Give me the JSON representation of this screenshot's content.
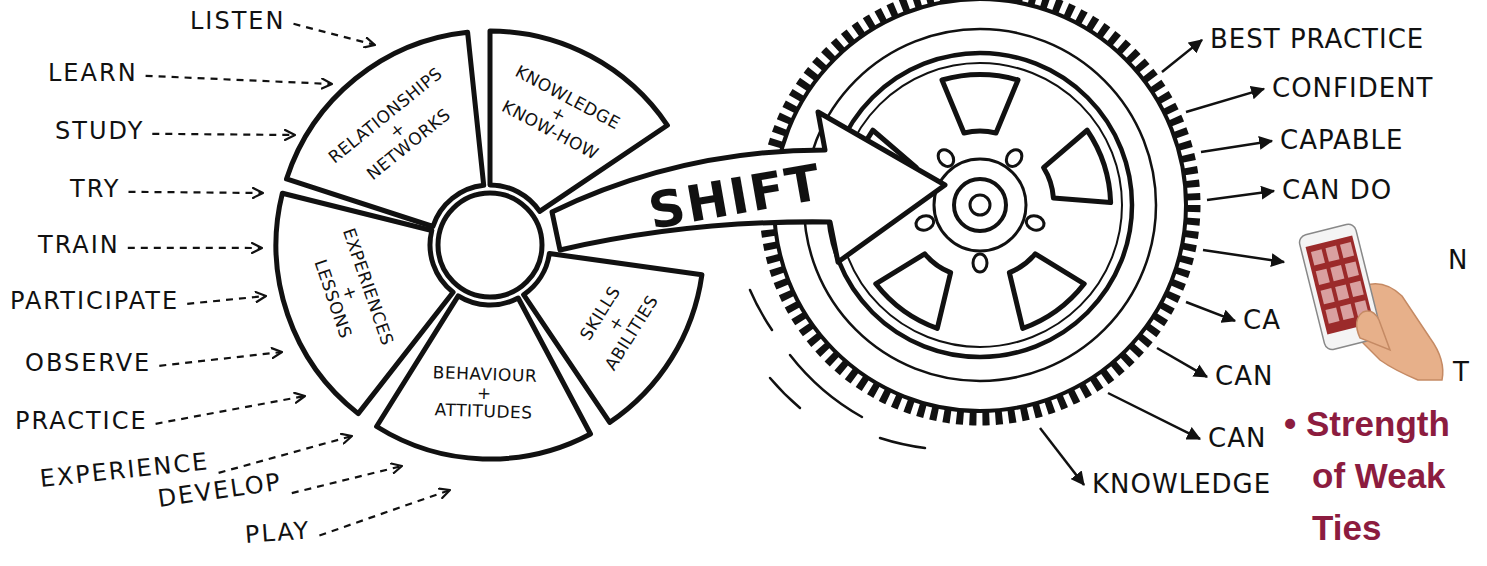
{
  "diagram": {
    "nodes": [
      {
        "text": [
          "RELATIONSHIPS + NETWORKS"
        ]
      },
      {
        "text": [
          "KNOWLEDGE + KNOW-HOW"
        ]
      },
      {
        "text": [
          "EXPERIENCES + LESSONS"
        ]
      },
      {
        "text": [
          "SKILLS + ABILITIES"
        ]
      },
      {
        "text": [
          "BEHAVIOUR + ATTITUDES"
        ]
      },
      {
        "text": [
          "SHIFT"
        ]
      }
    ],
    "labels": [
      "LISTEN",
      "LEARN",
      "STUDY",
      "TRY",
      "TRAIN",
      "PARTICIPATE",
      "OBSERVE",
      "PRACTICE",
      "EXPERIENCE",
      "DEVELOP",
      "PLAY",
      "BEST PRACTICE",
      "CONFIDENT",
      "CAPABLE",
      "CAN DO",
      "N",
      "CA",
      "CAN",
      "T",
      "CAN",
      "KNOWLEDGE",
      "• Strength of Weak Ties"
    ]
  }
}
